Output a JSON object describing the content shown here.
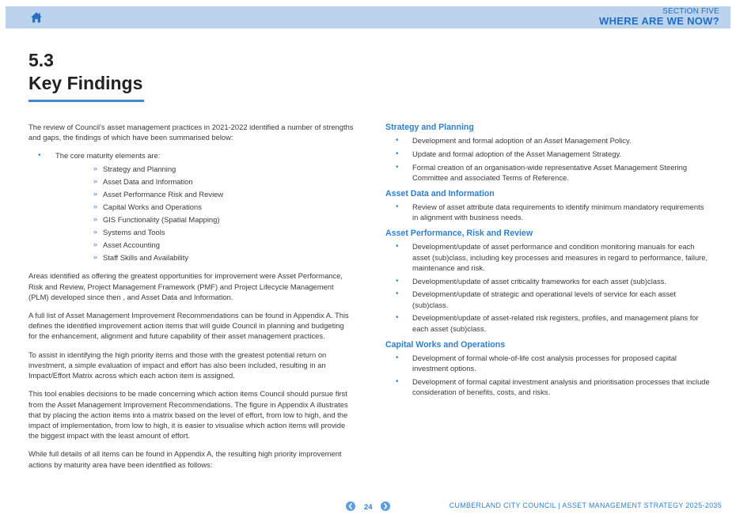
{
  "header": {
    "section_number": "SECTION FIVE",
    "section_title": "WHERE ARE WE NOW?"
  },
  "heading": {
    "number": "5.3",
    "title": "Key Findings"
  },
  "left": {
    "intro": "The review of Council’s asset management practices in 2021-2022 identified a number of strengths and gaps, the findings of which have been summarised below:",
    "core_label": "The core maturity elements are:",
    "core_elements": [
      "Strategy and Planning",
      "Asset Data and Information",
      "Asset Performance Risk and Review",
      "Capital Works and Operations",
      "GIS Functionality (Spatial Mapping)",
      "Systems and Tools",
      "Asset Accounting",
      "Staff Skills and Availability"
    ],
    "paragraphs": [
      "Areas identified as offering the greatest opportunities for improvement were Asset Performance, Risk and Review, Project Management Framework (PMF) and Project Lifecycle Management (PLM) developed since then , and Asset Data and Information.",
      "A full list of Asset Management Improvement Recommendations can be found in Appendix A. This defines the identified improvement action items that will guide Council in planning and budgeting for the enhancement, alignment and future capability of their asset management practices.",
      "To assist in identifying the high priority items and those with the greatest potential return on investment, a simple evaluation of impact and effort has also been included, resulting in an Impact/Effort Matrix across which each action item is assigned.",
      "This tool enables decisions to be made concerning which action items Council should pursue first from the Asset Management Improvement Recommendations. The figure in Appendix A illustrates that by placing the action items into a matrix based on the level of effort, from low to high, and the impact of implementation, from low to high, it is easier to visualise which action items will provide the biggest impact with the least amount of effort.",
      "While full details of all items can be found in Appendix A, the resulting high priority improvement actions by maturity area have been identified as follows:"
    ]
  },
  "right": {
    "sections": [
      {
        "title": "Strategy and Planning",
        "items": [
          "Development and formal adoption of an Asset Management Policy.",
          "Update and formal adoption of the Asset Management Strategy.",
          "Formal creation of an organisation-wide representative Asset Management Steering Committee and associated Terms of Reference."
        ]
      },
      {
        "title": "Asset Data and Information",
        "items": [
          "Review of asset attribute data requirements to identify minimum mandatory requirements in alignment with business needs."
        ]
      },
      {
        "title": "Asset Performance, Risk and Review",
        "items": [
          "Development/update of asset performance and condition monitoring manuals for each asset (sub)class, including key processes and measures in regard to performance, failure, maintenance and risk.",
          "Development/update of asset criticality frameworks for each asset (sub)class.",
          "Development/update of strategic and operational levels of service for each asset (sub)class.",
          "Development/update of asset-related risk registers, profiles, and management plans for each asset (sub)class."
        ]
      },
      {
        "title": "Capital Works and Operations",
        "items": [
          "Development of formal whole-of-life cost analysis processes for proposed capital investment options.",
          "Development of formal capital investment analysis and prioritisation processes that include consideration of benefits, costs, and risks."
        ]
      }
    ]
  },
  "footer": {
    "page_number": "24",
    "text": "CUMBERLAND CITY COUNCIL  |  ASSET MANAGEMENT STRATEGY 2025-2035"
  },
  "colors": {
    "accent": "#2f7fcf",
    "header_band": "#bcd3ee",
    "rule": "#3f87d1"
  },
  "icons": {
    "home": "home-icon",
    "prev": "chevron-left-icon",
    "next": "chevron-right-icon"
  }
}
